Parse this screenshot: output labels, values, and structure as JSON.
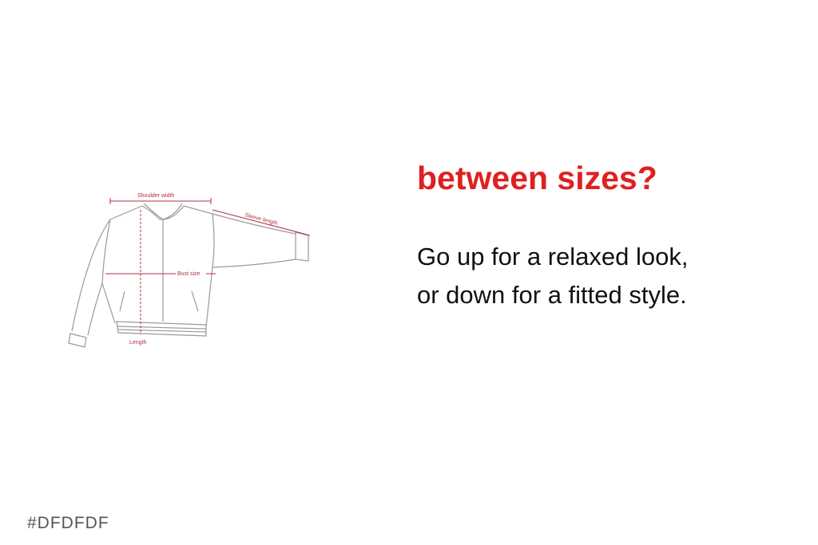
{
  "diagram": {
    "labels": {
      "shoulder_width": "Shoulder width",
      "sleeve_length": "Sleeve length",
      "bust_size": "Bust size",
      "length": "Length"
    }
  },
  "text": {
    "heading": "between sizes?",
    "line1": "Go up for a relaxed look,",
    "line2": "or down for a fitted style."
  },
  "footer": {
    "color_code": "#DFDFDF"
  },
  "colors": {
    "accent": "#e02020",
    "measure": "#b03040",
    "outline": "#9a9a9a",
    "body_text": "#111111"
  }
}
